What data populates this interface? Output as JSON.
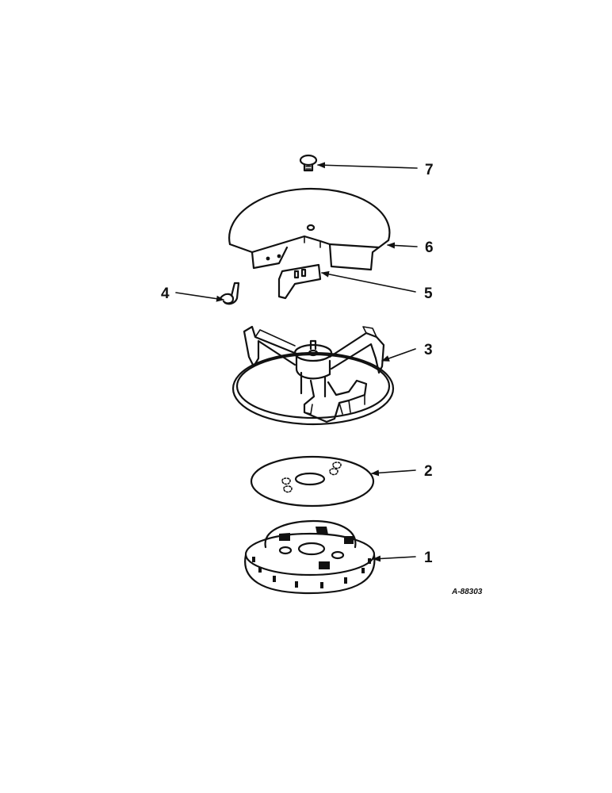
{
  "callouts": [
    {
      "id": "1",
      "label": "1"
    },
    {
      "id": "2",
      "label": "2"
    },
    {
      "id": "3",
      "label": "3"
    },
    {
      "id": "4",
      "label": "4"
    },
    {
      "id": "5",
      "label": "5"
    },
    {
      "id": "6",
      "label": "6"
    },
    {
      "id": "7",
      "label": "7"
    }
  ],
  "drawing_number": "A-88303",
  "colors": {
    "ink": "#111111",
    "paper": "#ffffff"
  }
}
